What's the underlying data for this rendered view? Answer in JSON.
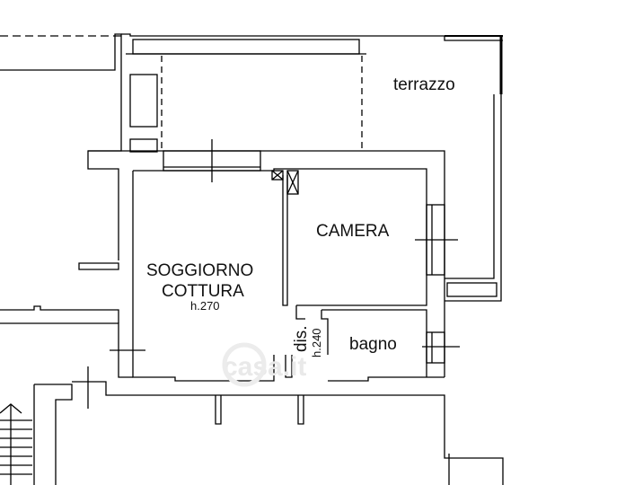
{
  "plan": {
    "rooms": [
      {
        "id": "terrazzo",
        "label": "terrazzo"
      },
      {
        "id": "camera",
        "label": "CAMERA"
      },
      {
        "id": "soggiorno",
        "label_line1": "SOGGIORNO",
        "label_line2": "COTTURA",
        "height": "h.270"
      },
      {
        "id": "disimpegno",
        "label": "dis.",
        "height": "h.240"
      },
      {
        "id": "bagno",
        "label": "bagno"
      }
    ],
    "watermark": "casa.it"
  }
}
